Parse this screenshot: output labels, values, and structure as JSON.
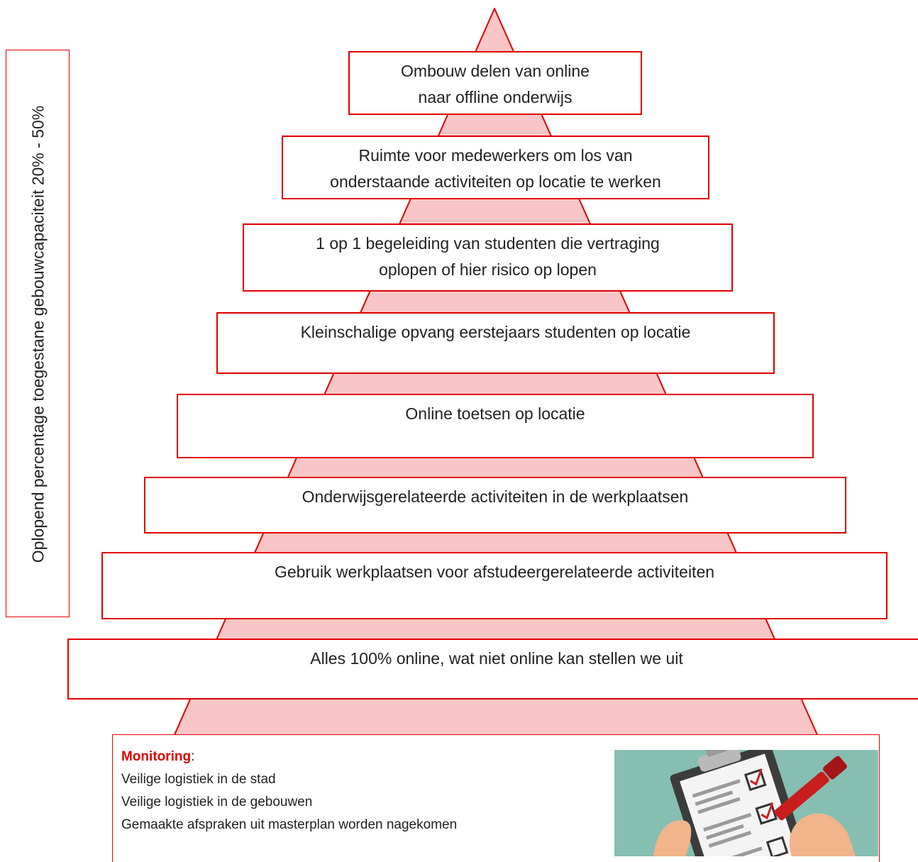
{
  "side_label": "Oplopend percentage toegestane gebouwcapaciteit 20% - 50%",
  "levels": [
    {
      "lines": [
        "Ombouw delen van online",
        "naar offline onderwijs"
      ]
    },
    {
      "lines": [
        "Ruimte voor medewerkers om los van",
        "onderstaande activiteiten op locatie te werken"
      ]
    },
    {
      "lines": [
        "1 op 1 begeleiding van studenten die vertraging",
        "oplopen of hier risico op lopen"
      ]
    },
    {
      "lines": [
        "Kleinschalige opvang eerstejaars studenten op locatie"
      ]
    },
    {
      "lines": [
        "Online toetsen op locatie"
      ]
    },
    {
      "lines": [
        "Onderwijsgerelateerde activiteiten in de werkplaatsen"
      ]
    },
    {
      "lines": [
        "Gebruik werkplaatsen voor afstudeergerelateerde activiteiten"
      ]
    },
    {
      "lines": [
        "Alles 100% online, wat niet online kan stellen we uit"
      ]
    }
  ],
  "monitoring": {
    "title": "Monitoring",
    "colon": ":",
    "items": [
      "Veilige logistiek in de stad",
      "Veilige logistiek in de gebouwen",
      "Gemaakte afspraken uit masterplan worden nagekomen"
    ]
  },
  "colors": {
    "border": "#e00000",
    "pyramid_fill": "#f8c6c6",
    "illustration_bg": "#86bfb2"
  },
  "icons": {
    "illustration": "clipboard-checklist-icon"
  }
}
